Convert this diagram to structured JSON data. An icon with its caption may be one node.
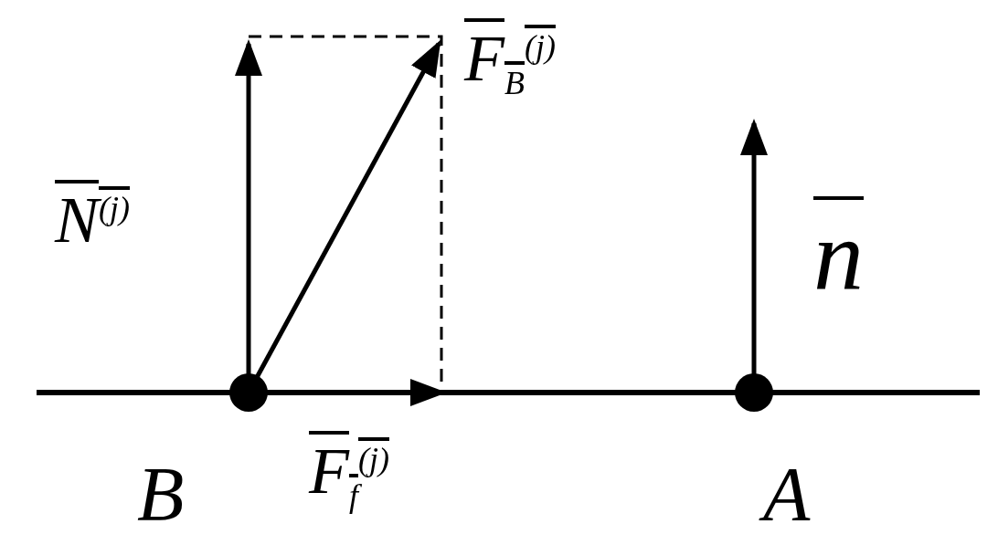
{
  "diagram": {
    "labels": [
      "F$_{B}$$^{(j)}$",
      "N$^{(j)}$",
      "n",
      "B",
      "F$_{f}$$^{(j)}$",
      "A"
    ]
  }
}
